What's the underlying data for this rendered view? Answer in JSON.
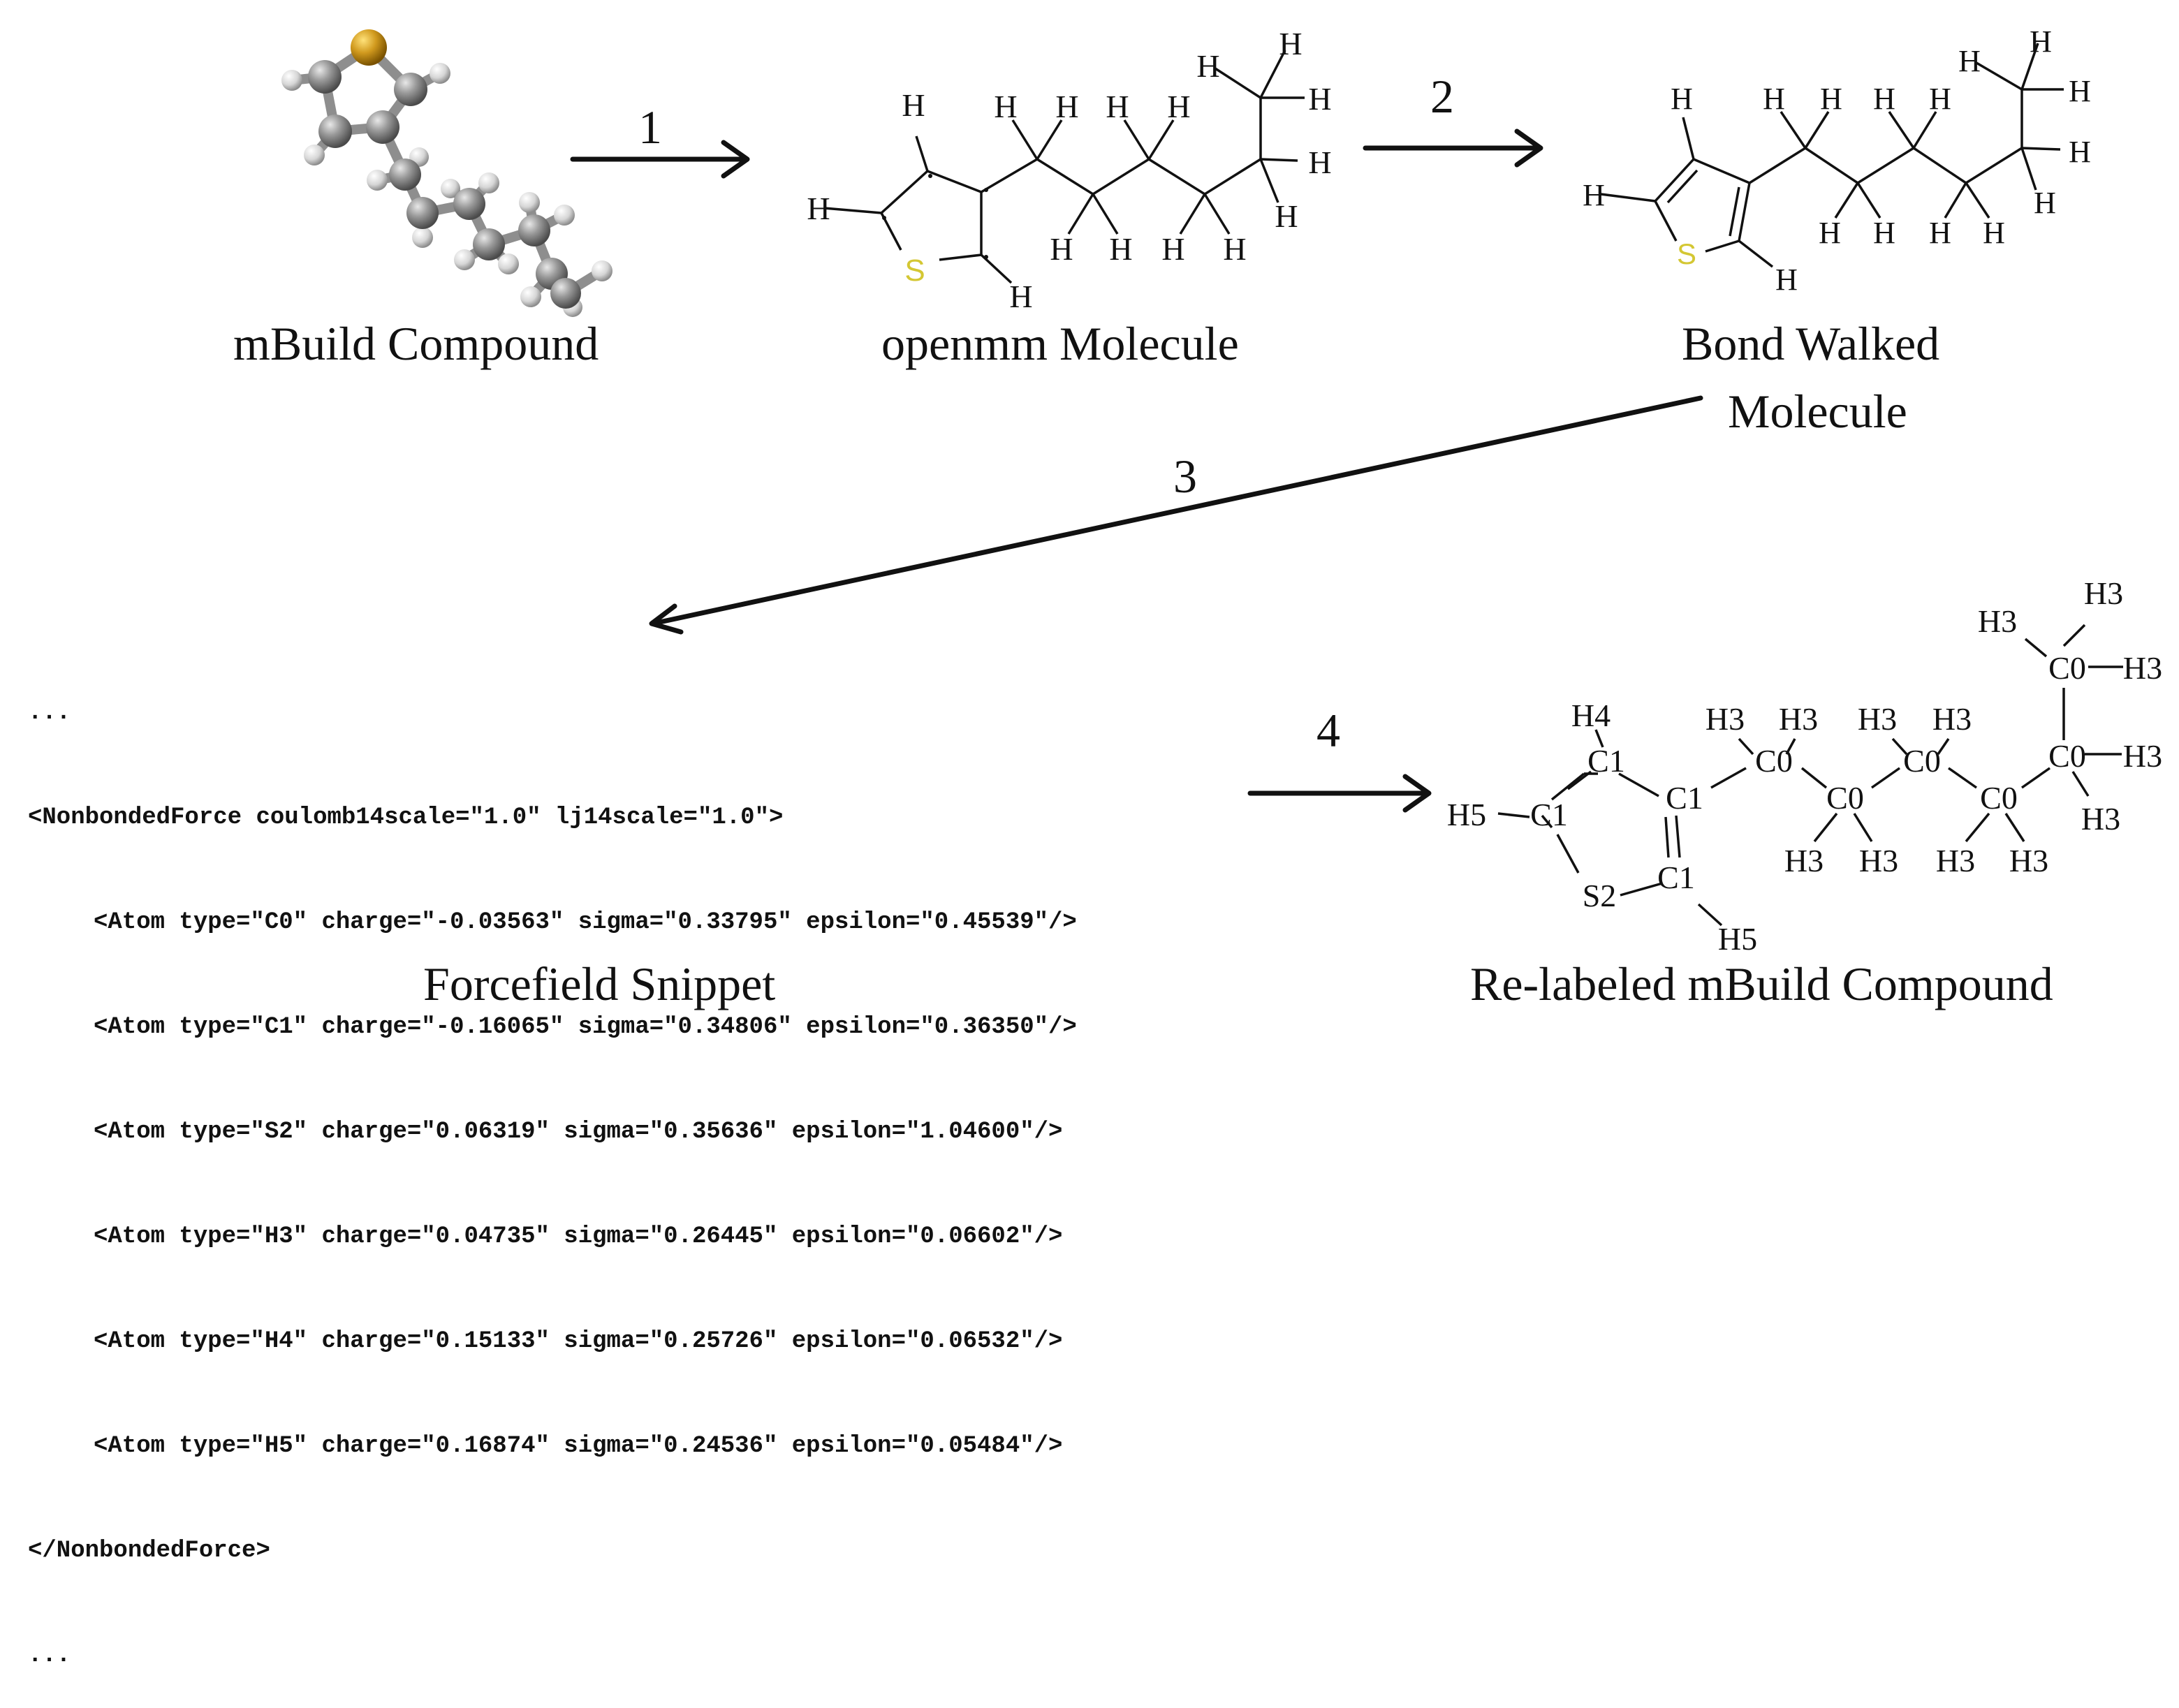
{
  "labels": {
    "mbuild_compound": "mBuild Compound",
    "openmm_molecule": "openmm Molecule",
    "bond_walked_line1": "Bond Walked",
    "bond_walked_line2": "Molecule",
    "forcefield_snippet": "Forcefield Snippet",
    "relabeled_compound": "Re-labeled mBuild Compound"
  },
  "steps": [
    "1",
    "2",
    "3",
    "4"
  ],
  "snippet": {
    "ellipsis_top": "...",
    "open_tag": "<NonbondedForce coulomb14scale=\"1.0\" lj14scale=\"1.0\">",
    "atoms": [
      "<Atom type=\"C0\" charge=\"-0.03563\" sigma=\"0.33795\" epsilon=\"0.45539\"/>",
      "<Atom type=\"C1\" charge=\"-0.16065\" sigma=\"0.34806\" epsilon=\"0.36350\"/>",
      "<Atom type=\"S2\" charge=\"0.06319\" sigma=\"0.35636\" epsilon=\"1.04600\"/>",
      "<Atom type=\"H3\" charge=\"0.04735\" sigma=\"0.26445\" epsilon=\"0.06602\"/>",
      "<Atom type=\"H4\" charge=\"0.15133\" sigma=\"0.25726\" epsilon=\"0.06532\"/>",
      "<Atom type=\"H5\" charge=\"0.16874\" sigma=\"0.24536\" epsilon=\"0.05484\"/>"
    ],
    "close_tag": "</NonbondedForce>",
    "ellipsis_bottom": "..."
  },
  "atoms": {
    "hydrogen": "H",
    "sulfur": "S",
    "relabeled": {
      "c0": "C0",
      "c1": "C1",
      "s2": "S2",
      "h3": "H3",
      "h4": "H4",
      "h5": "H5"
    }
  },
  "colors": {
    "ink": "#111111",
    "sulfur_text": "#d4c733",
    "sulfur_ball": "#d19a1e",
    "carbon_ball": "#8a8a8a",
    "hydrogen_ball": "#dcdcdc"
  }
}
